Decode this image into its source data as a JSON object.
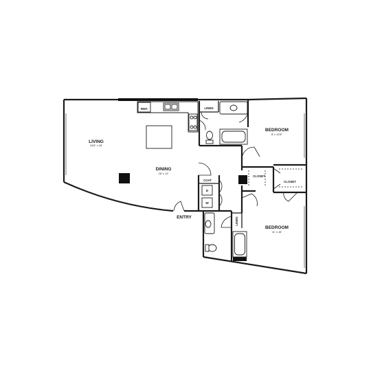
{
  "rooms": {
    "living": {
      "name": "LIVING",
      "dims": "14'6\" x 18'"
    },
    "dining": {
      "name": "DINING",
      "dims": "18' x 12'"
    },
    "bedroom1": {
      "name": "BEDROOM",
      "dims": "8' x 12'8\""
    },
    "bedroom2": {
      "name": "BEDROOM",
      "dims": "11' x 15'"
    },
    "closet1": "CLOSET",
    "closet2": "CLOSET",
    "linen1": "LINEN",
    "linen2": "LINEN",
    "coat": "COAT",
    "entry": "ENTRY"
  },
  "appliances": {
    "refrigerator": "REF.",
    "dryer": "D",
    "washer": "W"
  }
}
